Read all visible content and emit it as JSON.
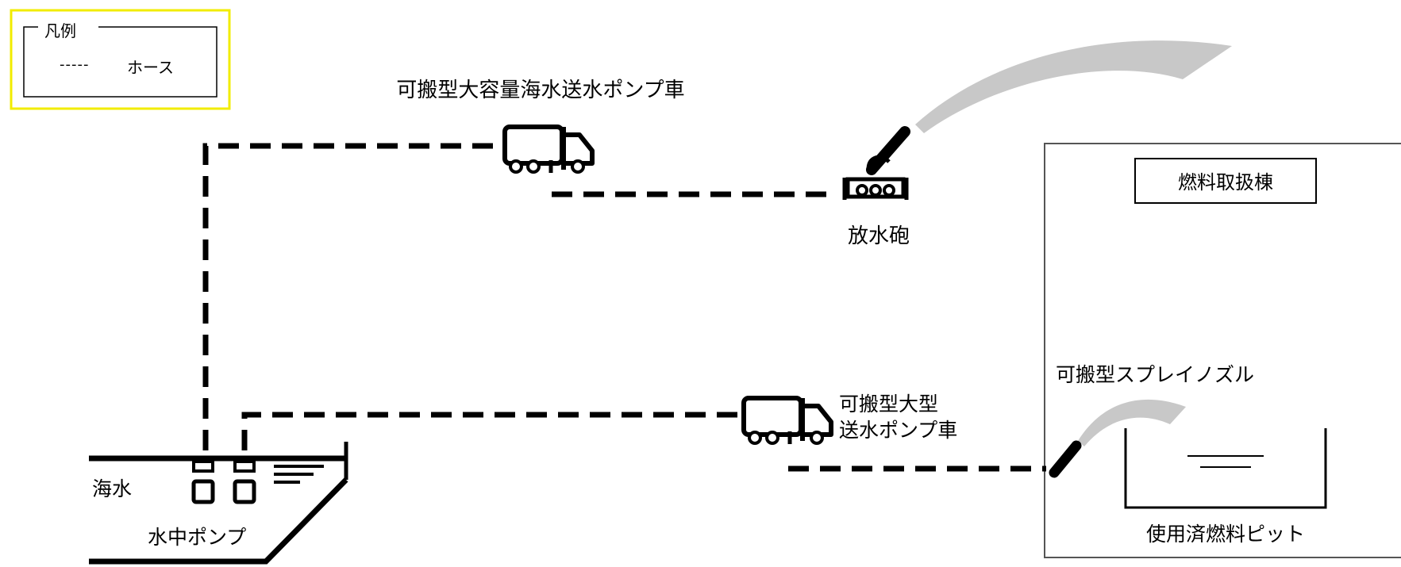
{
  "legend": {
    "title": "凡例",
    "hose_label": "ホース",
    "hose_sample": "-----",
    "highlight_color": "#f2ec00"
  },
  "labels": {
    "large_pump_truck": "可搬型大容量海水送水ポンプ車",
    "water_cannon": "放水砲",
    "building": "燃料取扱棟",
    "spray_nozzle": "可搬型スプレイノズル",
    "pump_truck_line1": "可搬型大型",
    "pump_truck_line2": "送水ポンプ車",
    "sea": "海水",
    "submersible_pump": "水中ポンプ",
    "spent_fuel_pit": "使用済燃料ピット"
  },
  "colors": {
    "line": "#000000",
    "spray": "#c8c8c8",
    "building_border": "#555555"
  },
  "icons": [
    "truck-icon",
    "water-cannon-icon",
    "spray-nozzle-icon",
    "submersible-pump-icon",
    "water-surface-icon"
  ]
}
